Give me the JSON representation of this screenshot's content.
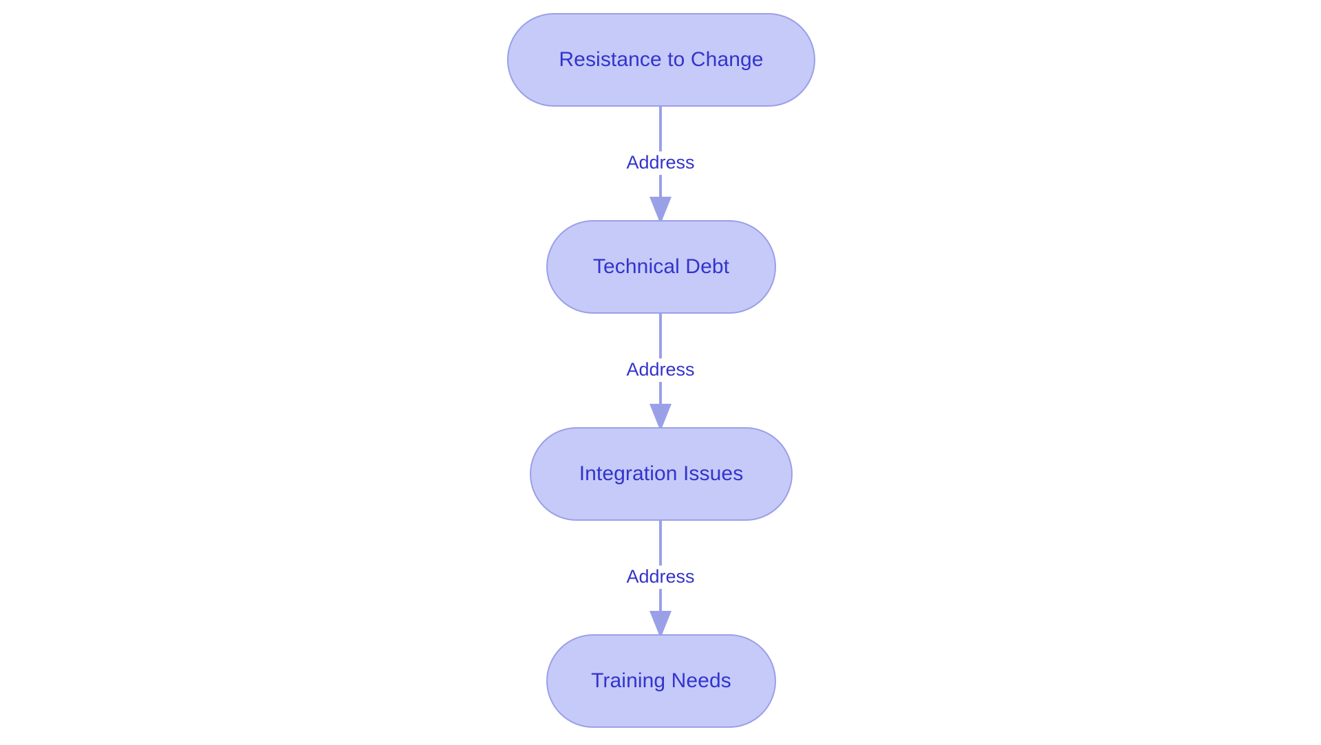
{
  "diagram": {
    "type": "flowchart",
    "orientation": "top-to-bottom",
    "background_color": "#ffffff",
    "node_fill_color": "#c5caf8",
    "node_stroke_color": "#9a9fe8",
    "node_text_color": "#3333cc",
    "edge_color": "#9aa0e8",
    "edge_label_color": "#3333cc",
    "nodes": [
      {
        "id": "resistance-to-change",
        "label": "Resistance to Change"
      },
      {
        "id": "technical-debt",
        "label": "Technical Debt"
      },
      {
        "id": "integration-issues",
        "label": "Integration Issues"
      },
      {
        "id": "training-needs",
        "label": "Training Needs"
      }
    ],
    "edges": [
      {
        "from": "resistance-to-change",
        "to": "technical-debt",
        "label": "Address"
      },
      {
        "from": "technical-debt",
        "to": "integration-issues",
        "label": "Address"
      },
      {
        "from": "integration-issues",
        "to": "training-needs",
        "label": "Address"
      }
    ]
  }
}
